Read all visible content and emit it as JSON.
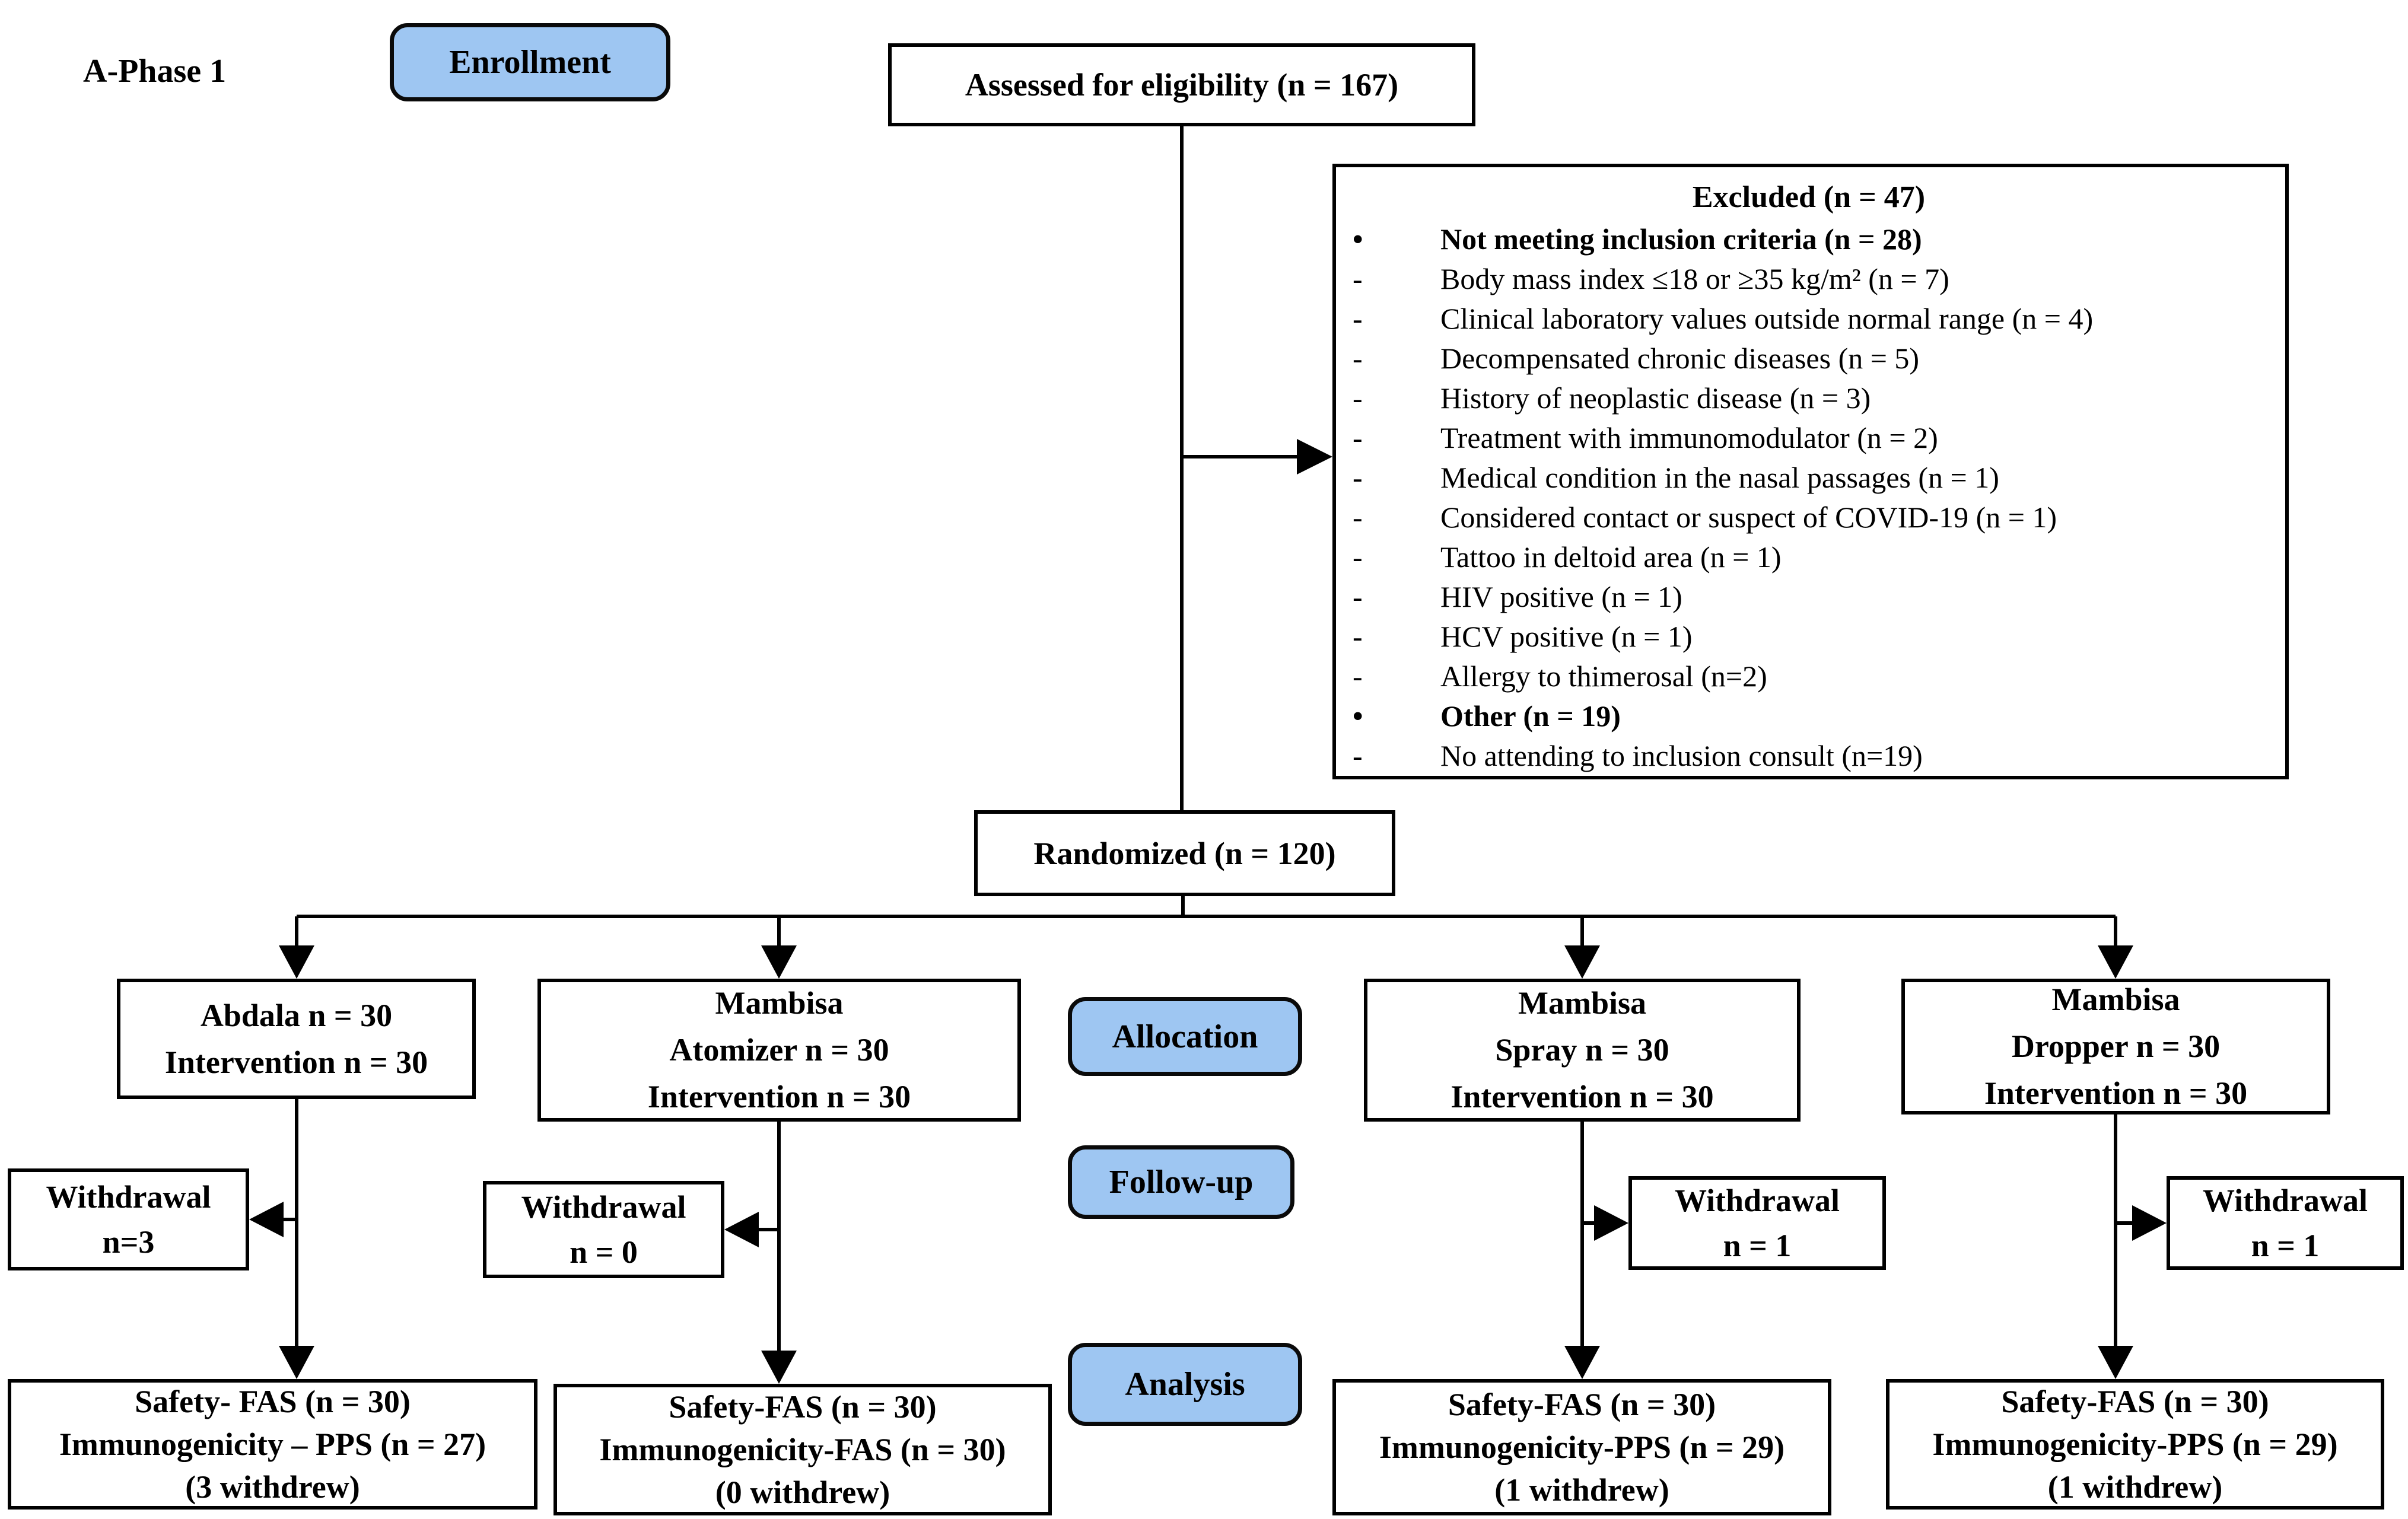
{
  "page": {
    "phase_label": "A-Phase 1"
  },
  "colors": {
    "stage_fill": "#9EC6F2",
    "line": "#000000",
    "box_bg": "#FFFFFF"
  },
  "stages": {
    "enrollment": "Enrollment",
    "allocation": "Allocation",
    "followup": "Follow-up",
    "analysis": "Analysis"
  },
  "boxes": {
    "assessed": {
      "text": "Assessed for eligibility (n = 167)"
    },
    "randomized": {
      "text": "Randomized (n = 120)"
    },
    "excluded": {
      "title": "Excluded (n = 47)",
      "items": [
        {
          "marker": "•",
          "text": "Not meeting inclusion criteria (n = 28)",
          "bold": true
        },
        {
          "marker": "-",
          "text": "Body mass index ≤18 or ≥35 kg/m² (n = 7)",
          "bold": false
        },
        {
          "marker": "-",
          "text": "Clinical laboratory values outside normal range (n = 4)",
          "bold": false
        },
        {
          "marker": "-",
          "text": "Decompensated chronic diseases (n = 5)",
          "bold": false
        },
        {
          "marker": "-",
          "text": "History of neoplastic disease (n = 3)",
          "bold": false
        },
        {
          "marker": "-",
          "text": "Treatment with immunomodulator (n = 2)",
          "bold": false
        },
        {
          "marker": "-",
          "text": "Medical condition in the nasal passages (n = 1)",
          "bold": false
        },
        {
          "marker": "-",
          "text": "Considered contact or suspect of COVID-19 (n = 1)",
          "bold": false
        },
        {
          "marker": "-",
          "text": "Tattoo in deltoid area (n = 1)",
          "bold": false
        },
        {
          "marker": "-",
          "text": "HIV positive (n = 1)",
          "bold": false
        },
        {
          "marker": "-",
          "text": "HCV positive (n = 1)",
          "bold": false
        },
        {
          "marker": "-",
          "text": "Allergy to thimerosal (n=2)",
          "bold": false
        },
        {
          "marker": "•",
          "text": "Other (n = 19)",
          "bold": true
        },
        {
          "marker": "-",
          "text": "No attending to inclusion consult (n=19)",
          "bold": false
        }
      ]
    },
    "arms": [
      {
        "lines": [
          "Abdala n = 30",
          "Intervention n = 30"
        ]
      },
      {
        "lines": [
          "Mambisa",
          "Atomizer n = 30",
          "Intervention n = 30"
        ]
      },
      {
        "lines": [
          "Mambisa",
          "Spray n = 30",
          "Intervention n = 30"
        ]
      },
      {
        "lines": [
          "Mambisa",
          "Dropper n = 30",
          "Intervention n = 30"
        ]
      }
    ],
    "withdrawals": [
      {
        "lines": [
          "Withdrawal",
          "n=3"
        ]
      },
      {
        "lines": [
          "Withdrawal",
          "n = 0"
        ]
      },
      {
        "lines": [
          "Withdrawal",
          "n = 1"
        ]
      },
      {
        "lines": [
          "Withdrawal",
          "n = 1"
        ]
      }
    ],
    "analysis": [
      {
        "lines": [
          "Safety- FAS (n = 30)",
          "Immunogenicity – PPS (n = 27)",
          "(3 withdrew)"
        ]
      },
      {
        "lines": [
          "Safety-FAS (n = 30)",
          "Immunogenicity-FAS (n = 30)",
          "(0 withdrew)"
        ]
      },
      {
        "lines": [
          "Safety-FAS (n = 30)",
          "Immunogenicity-PPS (n = 29)",
          "(1 withdrew)"
        ]
      },
      {
        "lines": [
          "Safety-FAS (n = 30)",
          "Immunogenicity-PPS (n = 29)",
          "(1 withdrew)"
        ]
      }
    ]
  }
}
